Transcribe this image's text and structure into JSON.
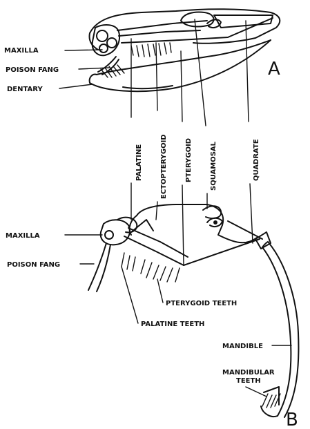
{
  "labels": {
    "maxilla_a": "MAXILLA",
    "poison_fang_a": "POISON FANG",
    "dentary": "DENTARY",
    "view_a": "A",
    "palatine": "PALATINE",
    "ectopterygoid": "ECTOPTERYGOID",
    "pterygoid": "PTERYGOID",
    "squamosal": "SQUAMOSAL",
    "quadrate": "QUADRATE",
    "maxilla_b": "MAXILLA",
    "poison_fang_b": "POISON FANG",
    "pterygoid_teeth": "PTERYGOID TEETH",
    "palatine_teeth": "PALATINE TEETH",
    "mandible": "MANDIBLE",
    "mandibular_teeth_line1": "MANDIBULAR",
    "mandibular_teeth_line2": "TEETH",
    "view_b": "B"
  }
}
